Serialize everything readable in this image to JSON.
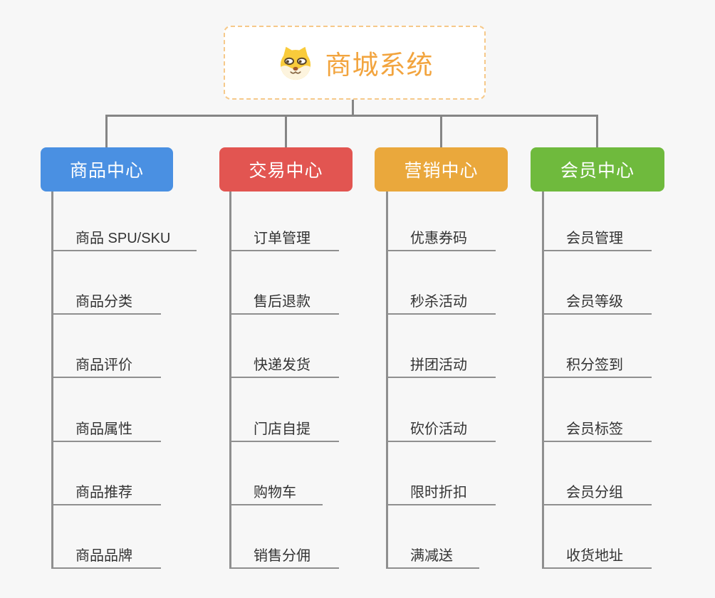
{
  "canvas": {
    "background": "#f7f7f7",
    "connector_color": "#858585",
    "underline_color": "#8f8f8f",
    "item_text_color": "#333333"
  },
  "root": {
    "title": "商城系统",
    "icon": "shiba-dog",
    "text_color": "#f2a43e",
    "border_color": "#f6c98a",
    "background": "#ffffff"
  },
  "branches": [
    {
      "id": "product-center",
      "label": "商品中心",
      "color": "#4a90e2",
      "text_color": "#ffffff",
      "items": [
        "商品 SPU/SKU",
        "商品分类",
        "商品评价",
        "商品属性",
        "商品推荐",
        "商品品牌"
      ]
    },
    {
      "id": "trade-center",
      "label": "交易中心",
      "color": "#e25551",
      "text_color": "#ffffff",
      "items": [
        "订单管理",
        "售后退款",
        "快递发货",
        "门店自提",
        "购物车",
        "销售分佣"
      ]
    },
    {
      "id": "marketing-center",
      "label": "营销中心",
      "color": "#eaa83c",
      "text_color": "#ffffff",
      "items": [
        "优惠券码",
        "秒杀活动",
        "拼团活动",
        "砍价活动",
        "限时折扣",
        "满减送"
      ]
    },
    {
      "id": "member-center",
      "label": "会员中心",
      "color": "#6fba3d",
      "text_color": "#ffffff",
      "items": [
        "会员管理",
        "会员等级",
        "积分签到",
        "会员标签",
        "会员分组",
        "收货地址"
      ]
    }
  ]
}
